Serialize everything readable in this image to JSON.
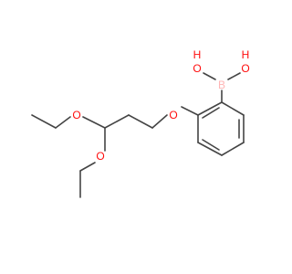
{
  "molecule": {
    "atoms": {
      "boron": "B",
      "hydroxyl_left": "O",
      "hydroxyl_left_h": "H",
      "hydroxyl_right": "O",
      "hydroxyl_right_h": "H",
      "ether_oxygen": "O",
      "acetal_oxygen_top": "O",
      "acetal_oxygen_bottom": "O"
    },
    "colors": {
      "bond": "#444444",
      "oxygen": "#ff0d0d",
      "boron": "#ffb5b5"
    }
  }
}
